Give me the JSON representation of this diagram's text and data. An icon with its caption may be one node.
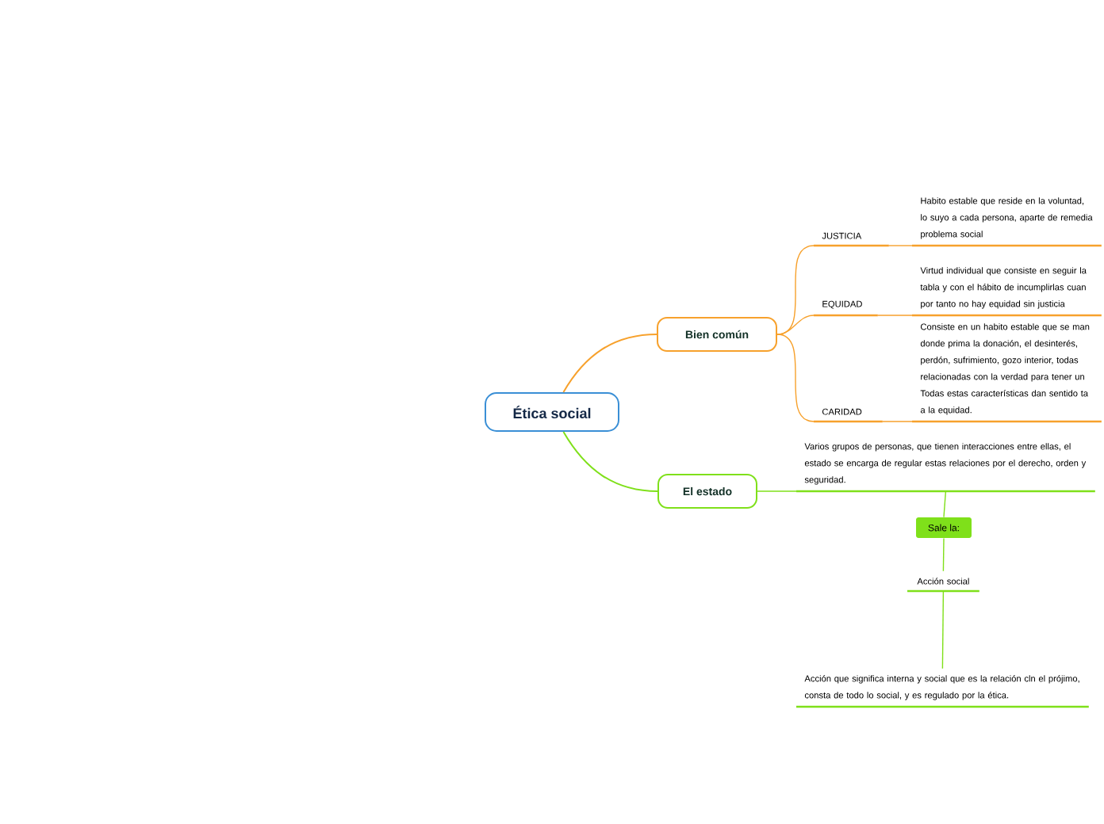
{
  "diagram": {
    "nodes": [
      {
        "text": [
          "Ética social"
        ]
      },
      {
        "text": [
          "Bien común"
        ]
      },
      {
        "text": [
          "JUSTICIA"
        ]
      },
      {
        "text": [
          "Habito estable que reside en la voluntad, lo suyo a cada persona, aparte de remedia problema social"
        ]
      },
      {
        "text": [
          "EQUIDAD"
        ]
      },
      {
        "text": [
          "Virtud individual que consiste en seguir la tabla y con el hábito de incumplirlas cuan por tanto no hay equidad sin justicia"
        ]
      },
      {
        "text": [
          "CARIDAD"
        ]
      },
      {
        "text": [
          "Consiste en un habito estable que se man donde prima la donación, el desinterés, perdón, sufrimiento, gozo interior, todas relacionadas con la verdad para tener un Todas estas características dan sentido ta a la equidad."
        ]
      },
      {
        "text": [
          "El estado"
        ]
      },
      {
        "text": [
          "Varios grupos de personas, que tienen interacciones entre ellas, el estado se encarga de regular estas relaciones por el derecho, orden y seguridad."
        ]
      },
      {
        "text": [
          "Sale la:"
        ]
      },
      {
        "text": [
          "Acción social"
        ]
      },
      {
        "text": [
          "Acción que significa interna y social que es la relación cln el prójimo, consta de todo lo social, y es regulado por la ética."
        ]
      }
    ],
    "edges": [
      {
        "from": 0,
        "to": 1,
        "arrow": "none"
      },
      {
        "from": 0,
        "to": 8,
        "arrow": "none",
        "color": "#7fe01a"
      },
      {
        "from": 1,
        "to": 2,
        "arrow": "none"
      },
      {
        "from": 1,
        "to": 4,
        "arrow": "none"
      },
      {
        "from": 1,
        "to": 6,
        "arrow": "none"
      },
      {
        "from": 2,
        "to": 3,
        "arrow": "none"
      },
      {
        "from": 4,
        "to": 5,
        "arrow": "none"
      },
      {
        "from": 6,
        "to": 7,
        "arrow": "none"
      },
      {
        "from": 8,
        "to": 9,
        "arrow": "none",
        "color": "#7fe01a"
      },
      {
        "from": 9,
        "to": 10,
        "arrow": "none",
        "color": "#7fe01a"
      },
      {
        "from": 10,
        "to": 11,
        "arrow": "none",
        "color": "#7fe01a"
      },
      {
        "from": 11,
        "to": 12,
        "arrow": "none",
        "color": "#7fe01a"
      }
    ]
  }
}
